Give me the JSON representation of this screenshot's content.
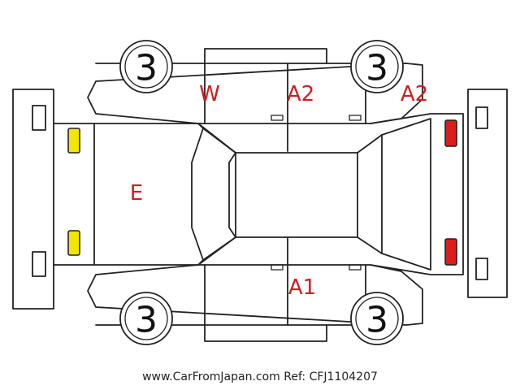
{
  "tire_ratings": {
    "front_left": "3",
    "rear_left": "3",
    "front_right": "3",
    "rear_right": "3"
  },
  "damage_codes": {
    "front_left_door": "W",
    "rear_left_door": "A2",
    "rear_left_quarter": "A2",
    "hood": "E",
    "rear_right_door": "A1"
  },
  "colors": {
    "damage_text": "#cc1f1f",
    "headlight_fill": "#f2e600",
    "taillight_fill": "#d91e1e",
    "outline": "#222222"
  },
  "footer": {
    "text": "www.CarFromJapan.com Ref: CFJ1104207"
  }
}
